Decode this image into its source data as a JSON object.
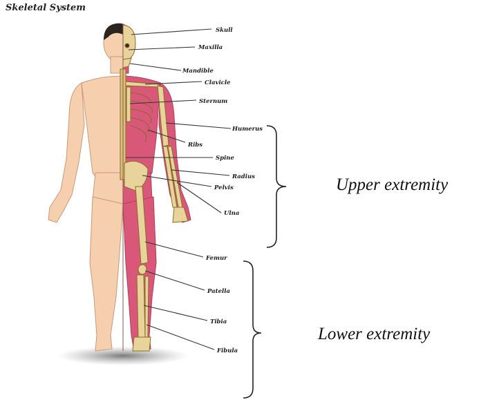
{
  "title": "Skeletal System",
  "labels": {
    "skull": "Skull",
    "maxilla": "Maxilla",
    "mandible": "Mandible",
    "clavicle": "Clavicle",
    "sternum": "Sternum",
    "humerus": "Humerus",
    "ribs": "Ribs",
    "spine": "Spine",
    "radius": "Radius",
    "pelvis": "Pelvis",
    "ulna": "Ulna",
    "femur": "Femur",
    "patella": "Patella",
    "tibia": "Tibia",
    "fibula": "Fibula"
  },
  "regions": {
    "upper": "Upper extremity",
    "lower": "Lower extremity"
  },
  "colors": {
    "skin": "#f5cfae",
    "muscle_side": "#d9587a",
    "bone": "#e8d49a",
    "hair": "#2b2420",
    "leader": "#333333"
  }
}
